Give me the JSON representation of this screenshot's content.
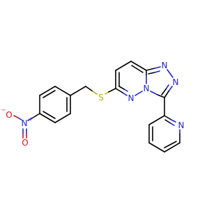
{
  "atoms": {
    "o_minus": {
      "label": "O",
      "charge": "−",
      "element": "O"
    },
    "n_plus": {
      "label": "N",
      "charge": "+",
      "element": "N"
    },
    "o_double": {
      "label": "O",
      "element": "O"
    },
    "s_thioether": {
      "label": "S",
      "element": "S"
    },
    "n_triazole_top": {
      "label": "N",
      "element": "N"
    },
    "n_triazole_mid": {
      "label": "N",
      "element": "N"
    },
    "n_bridge": {
      "label": "N",
      "element": "N"
    },
    "n_pyridazine": {
      "label": "N",
      "element": "N"
    },
    "n_pyridine": {
      "label": "N",
      "element": "N"
    }
  },
  "colors": {
    "bond": "#000000",
    "nitrogen": "#1f1fdf",
    "oxygen": "#e01010",
    "sulfur": "#b8b000",
    "background": "#ffffff"
  }
}
